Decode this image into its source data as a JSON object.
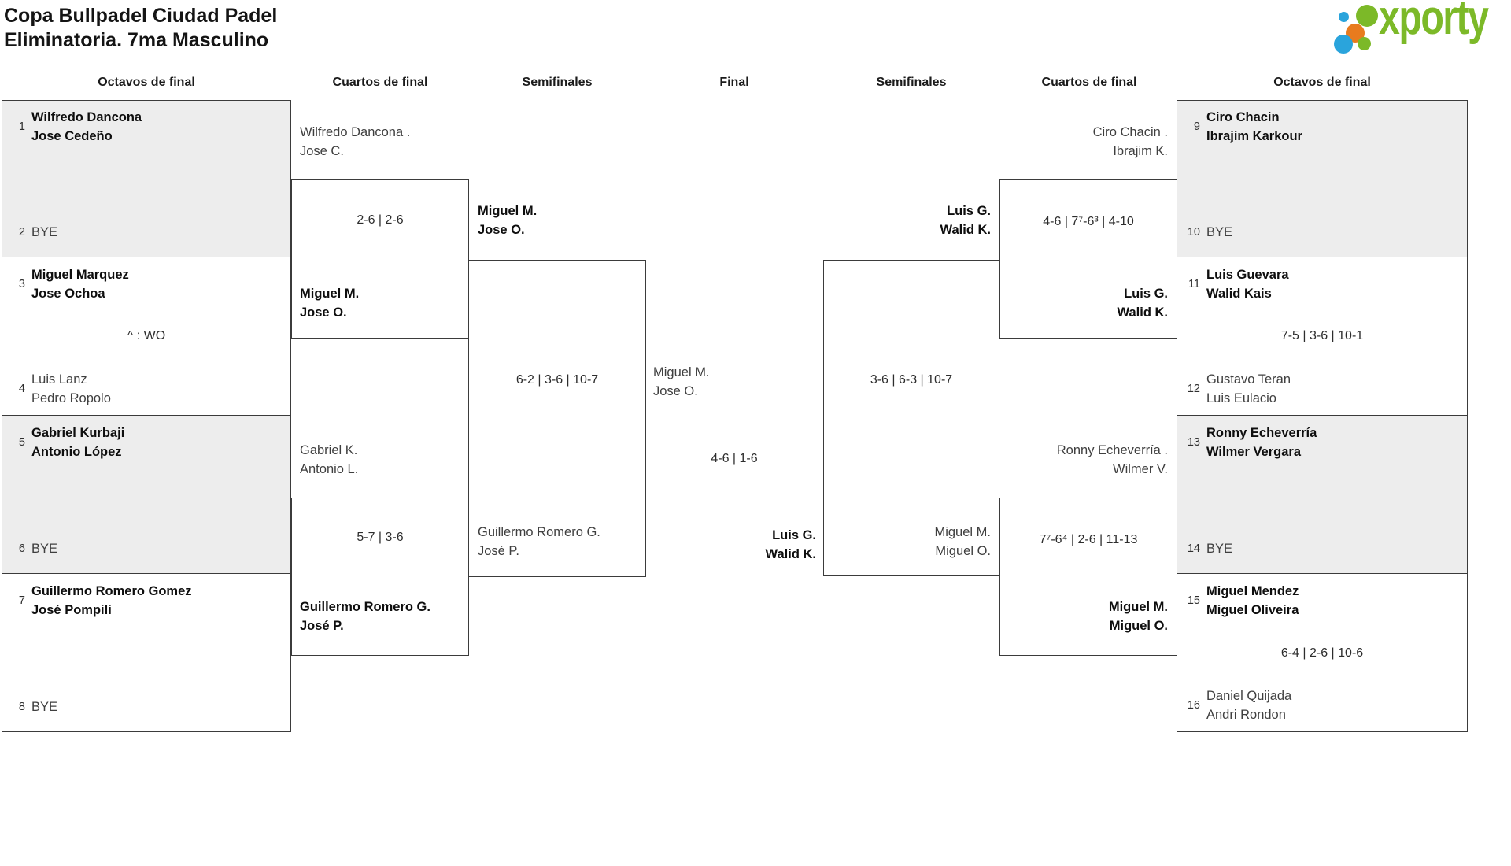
{
  "header": {
    "title_line1": "Copa Bullpadel Ciudad Padel",
    "title_line2": "Eliminatoria. 7ma Masculino"
  },
  "logo": {
    "brand": "xporty",
    "colors": {
      "green": "#7cb928",
      "blue": "#2aa4dc",
      "orange": "#e87b1e"
    }
  },
  "rounds": [
    "Octavos de final",
    "Cuartos de final",
    "Semifinales",
    "Final",
    "Semifinales",
    "Cuartos de final",
    "Octavos de final"
  ],
  "bracket": {
    "left_octavos": [
      {
        "seed_top": "1",
        "top1": "Wilfredo Dancona",
        "top2": "Jose Cedeño",
        "seed_bottom": "2",
        "bottom1": "BYE"
      },
      {
        "seed_top": "3",
        "top1": "Miguel Marquez",
        "top2": "Jose Ochoa",
        "score": "^ : WO",
        "seed_bottom": "4",
        "bottom1": "Luis Lanz",
        "bottom2": "Pedro Ropolo"
      },
      {
        "seed_top": "5",
        "top1": "Gabriel Kurbaji",
        "top2": "Antonio López",
        "seed_bottom": "6",
        "bottom1": "BYE"
      },
      {
        "seed_top": "7",
        "top1": "Guillermo Romero Gomez",
        "top2": "José Pompili",
        "seed_bottom": "8",
        "bottom1": "BYE"
      }
    ],
    "right_octavos": [
      {
        "seed_top": "9",
        "top1": "Ciro Chacin",
        "top2": "Ibrajim Karkour",
        "seed_bottom": "10",
        "bottom1": "BYE"
      },
      {
        "seed_top": "11",
        "top1": "Luis Guevara",
        "top2": "Walid Kais",
        "score": "7-5 | 3-6 | 10-1",
        "seed_bottom": "12",
        "bottom1": "Gustavo Teran",
        "bottom2": "Luis Eulacio"
      },
      {
        "seed_top": "13",
        "top1": "Ronny Echeverría",
        "top2": "Wilmer Vergara",
        "seed_bottom": "14",
        "bottom1": "BYE"
      },
      {
        "seed_top": "15",
        "top1": "Miguel Mendez",
        "top2": "Miguel Oliveira",
        "score": "6-4 | 2-6 | 10-6",
        "seed_bottom": "16",
        "bottom1": "Daniel Quijada",
        "bottom2": "Andri Rondon"
      }
    ],
    "left_quarterfinals": [
      {
        "entry1": "Wilfredo Dancona .",
        "entry2": "Jose C.",
        "score": "2-6 | 2-6",
        "winner1": "Miguel M.",
        "winner2": "Jose O."
      },
      {
        "entry1": "Gabriel K.",
        "entry2": "Antonio L.",
        "score": "5-7 | 3-6",
        "winner1": "Guillermo Romero G.",
        "winner2": "José P."
      }
    ],
    "right_quarterfinals": [
      {
        "entry1": "Ciro Chacin .",
        "entry2": "Ibrajim K.",
        "score": "4-6 | 7⁷-6³ | 4-10",
        "winner1": "Luis G.",
        "winner2": "Walid K."
      },
      {
        "entry1": "Ronny Echeverría .",
        "entry2": "Wilmer V.",
        "score": "7⁷-6⁴ | 2-6 | 11-13",
        "winner1": "Miguel M.",
        "winner2": "Miguel O."
      }
    ],
    "left_semifinal": {
      "top1": "Miguel M.",
      "top2": "Jose O.",
      "score": "6-2 | 3-6 | 10-7",
      "bottom1": "Guillermo Romero G.",
      "bottom2": "José P."
    },
    "right_semifinal": {
      "top1": "Luis G.",
      "top2": "Walid K.",
      "score": "3-6 | 6-3 | 10-7",
      "bottom1": "Miguel M.",
      "bottom2": "Miguel O."
    },
    "final": {
      "top1": "Miguel M.",
      "top2": "Jose O.",
      "score": "4-6 | 1-6",
      "bottom1": "Luis G.",
      "bottom2": "Walid K."
    }
  }
}
